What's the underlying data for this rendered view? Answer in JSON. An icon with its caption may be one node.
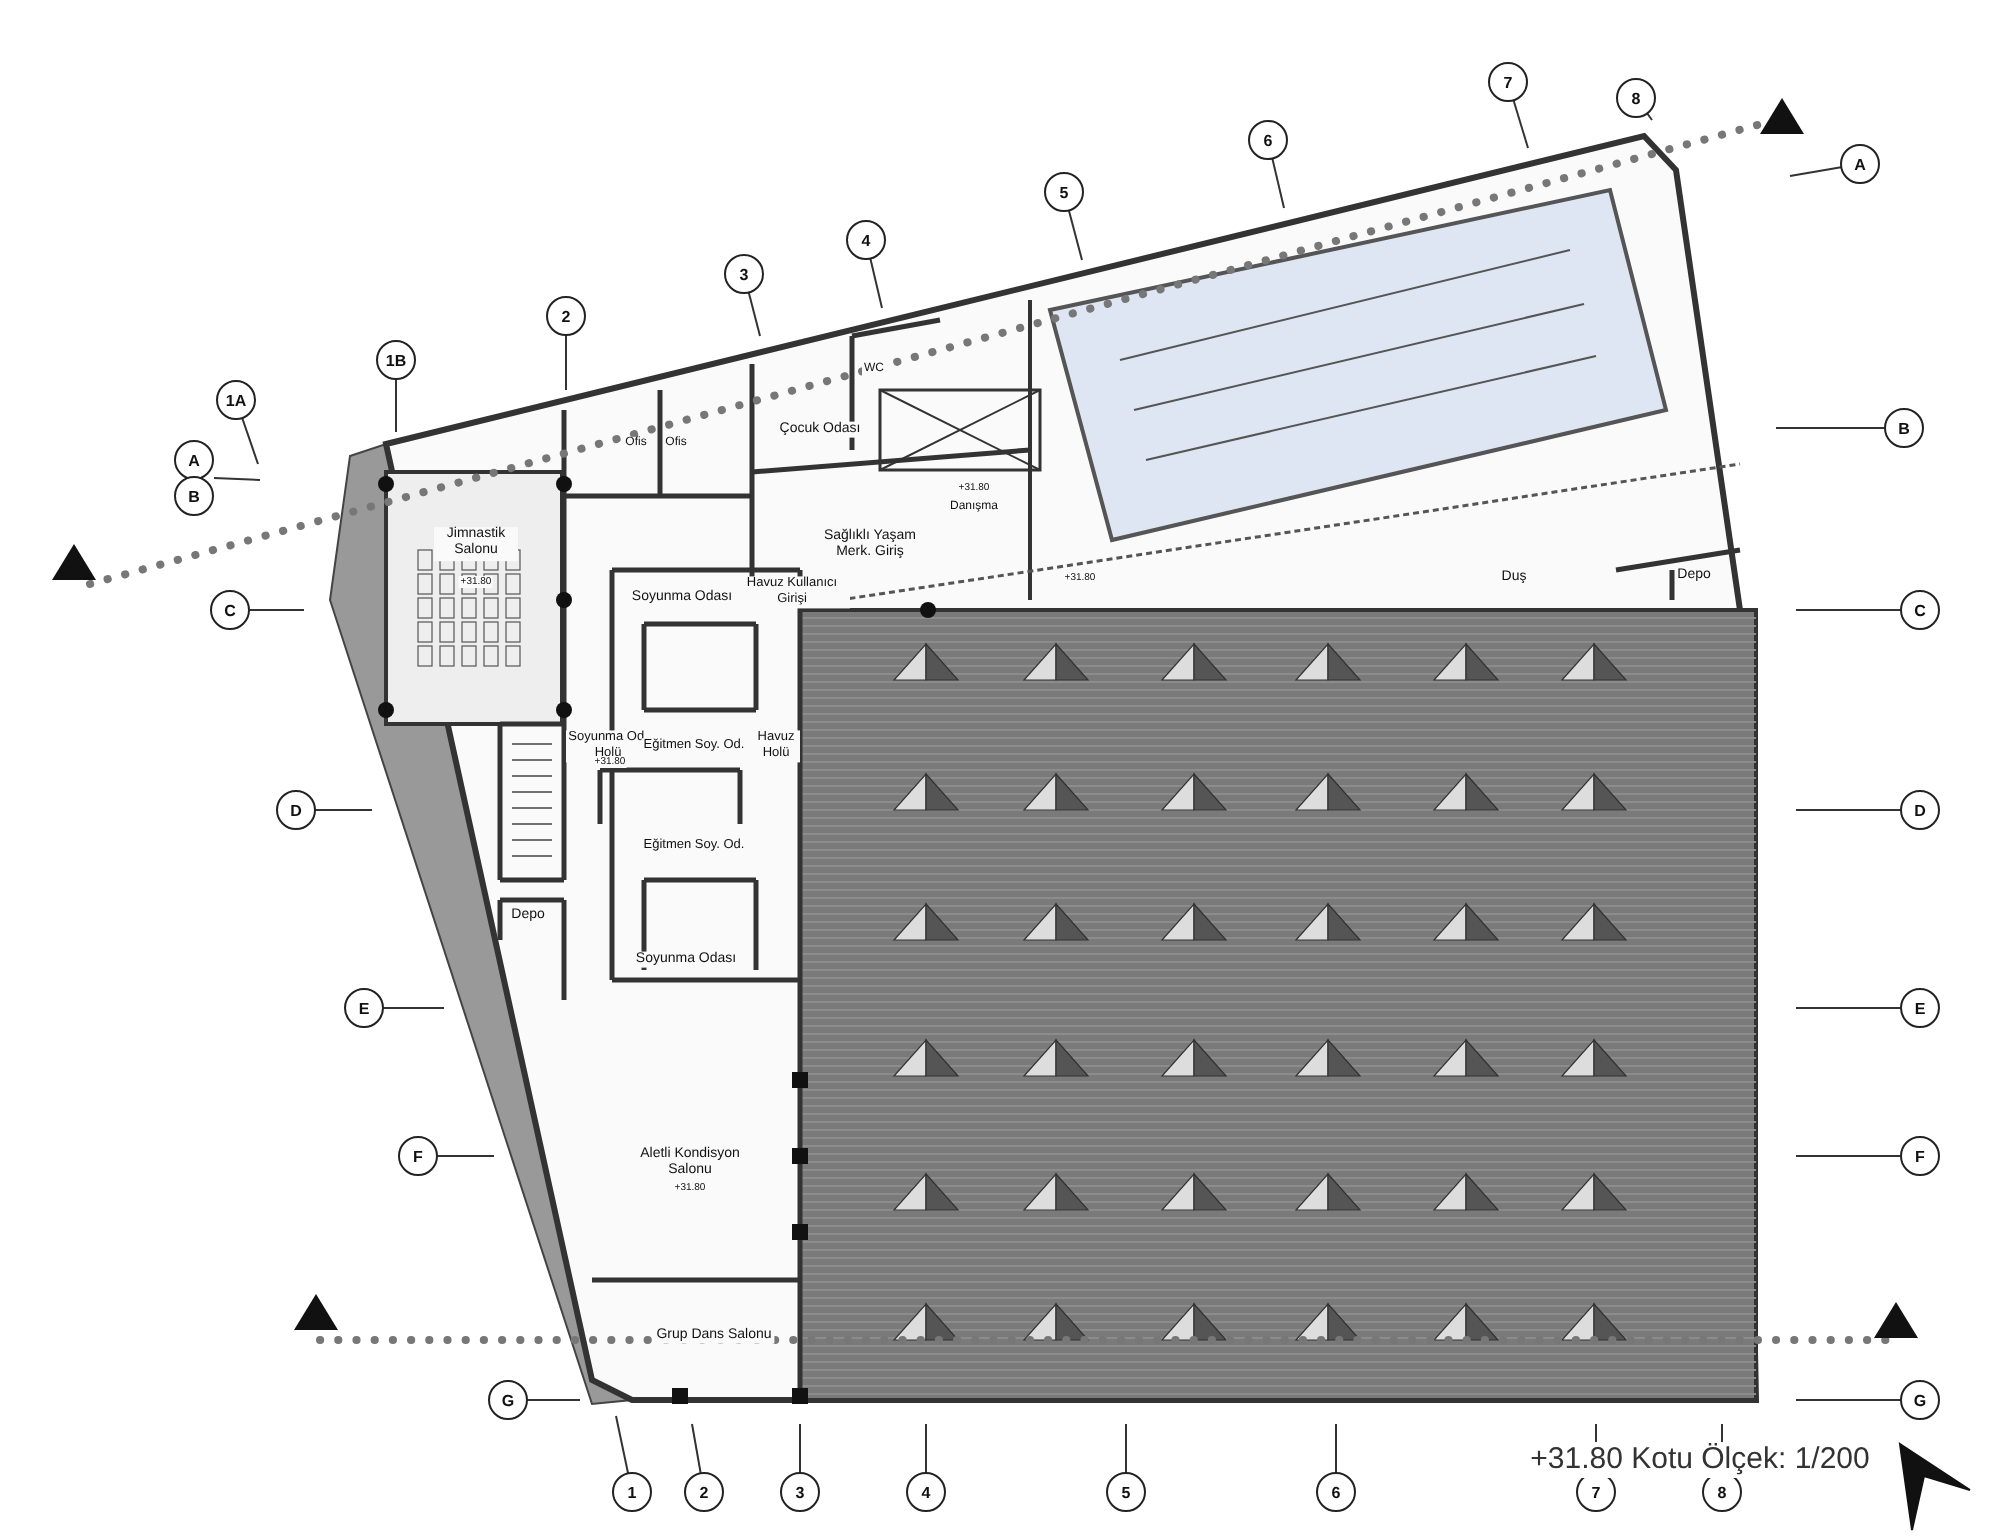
{
  "diagram": {
    "nodes": [
      {
        "text": [
          "1B"
        ]
      },
      {
        "text": [
          "2"
        ]
      },
      {
        "text": [
          "3"
        ]
      },
      {
        "text": [
          "4"
        ]
      },
      {
        "text": [
          "5"
        ]
      },
      {
        "text": [
          "6"
        ]
      },
      {
        "text": [
          "7"
        ]
      },
      {
        "text": [
          "8"
        ]
      },
      {
        "text": [
          "1A"
        ]
      },
      {
        "text": [
          "A"
        ]
      },
      {
        "text": [
          "B"
        ]
      },
      {
        "text": [
          "C"
        ]
      },
      {
        "text": [
          "D"
        ]
      },
      {
        "text": [
          "E"
        ]
      },
      {
        "text": [
          "F"
        ]
      },
      {
        "text": [
          "G"
        ]
      },
      {
        "text": [
          "A"
        ]
      },
      {
        "text": [
          "B"
        ]
      },
      {
        "text": [
          "C"
        ]
      },
      {
        "text": [
          "D"
        ]
      },
      {
        "text": [
          "E"
        ]
      },
      {
        "text": [
          "F"
        ]
      },
      {
        "text": [
          "G"
        ]
      },
      {
        "text": [
          "1"
        ]
      },
      {
        "text": [
          "2"
        ]
      },
      {
        "text": [
          "3"
        ]
      },
      {
        "text": [
          "4"
        ]
      },
      {
        "text": [
          "5"
        ]
      },
      {
        "text": [
          "6"
        ]
      },
      {
        "text": [
          "7"
        ]
      },
      {
        "text": [
          "8"
        ]
      }
    ],
    "edges": [],
    "labels": [
      "WC",
      "Ofis",
      "Ofis",
      "Çocuk Odası",
      "+31.80",
      "Danışma",
      "Jimnastik Salonu",
      "+31.80",
      "Sağlıklı Yaşam Merk. Giriş",
      "Havuz Kullanıcı Girişi",
      "+31.80",
      "Duş",
      "Depo",
      "Soyunma Odası",
      "Soyunma Od. Holü",
      "Eğitmen Soy. Od.",
      "Havuz Holü",
      "+31.80",
      "Eğitmen Soy. Od.",
      "Depo",
      "Soyunma Odası",
      "Aletli Kondisyon Salonu",
      "+31.80",
      "Grup Dans Salonu",
      "+31.80 Kotu Ölçek: 1/200"
    ]
  }
}
